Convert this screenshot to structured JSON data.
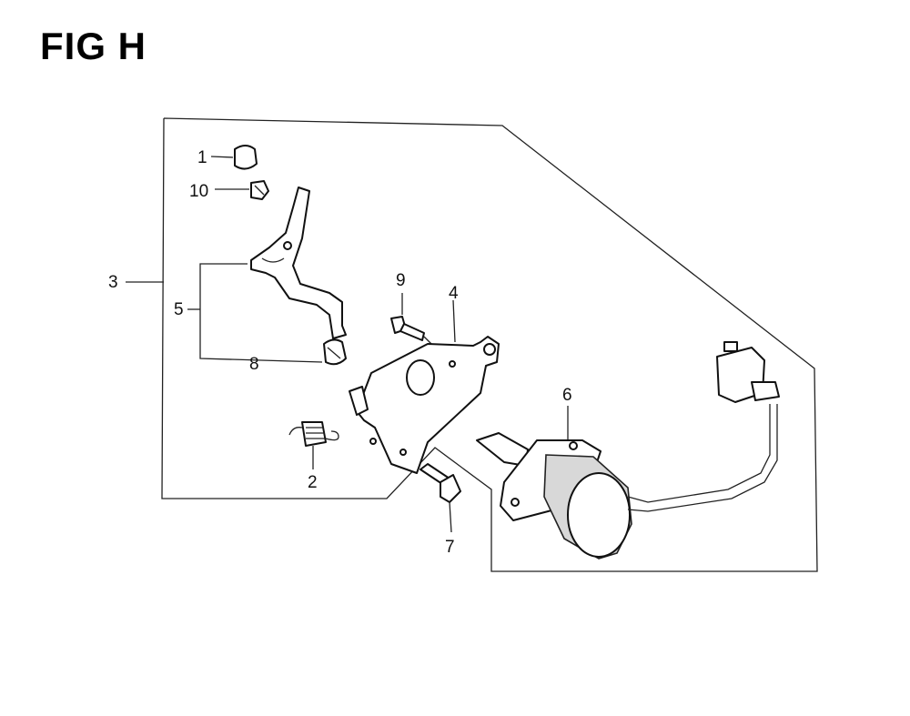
{
  "figure": {
    "title": "FIG H"
  },
  "callouts": [
    {
      "id": "c1",
      "label": "1"
    },
    {
      "id": "c10",
      "label": "10"
    },
    {
      "id": "c3",
      "label": "3"
    },
    {
      "id": "c5",
      "label": "5"
    },
    {
      "id": "c8",
      "label": "8"
    },
    {
      "id": "c9",
      "label": "9"
    },
    {
      "id": "c4",
      "label": "4"
    },
    {
      "id": "c2",
      "label": "2"
    },
    {
      "id": "c6",
      "label": "6"
    },
    {
      "id": "c7",
      "label": "7"
    }
  ]
}
